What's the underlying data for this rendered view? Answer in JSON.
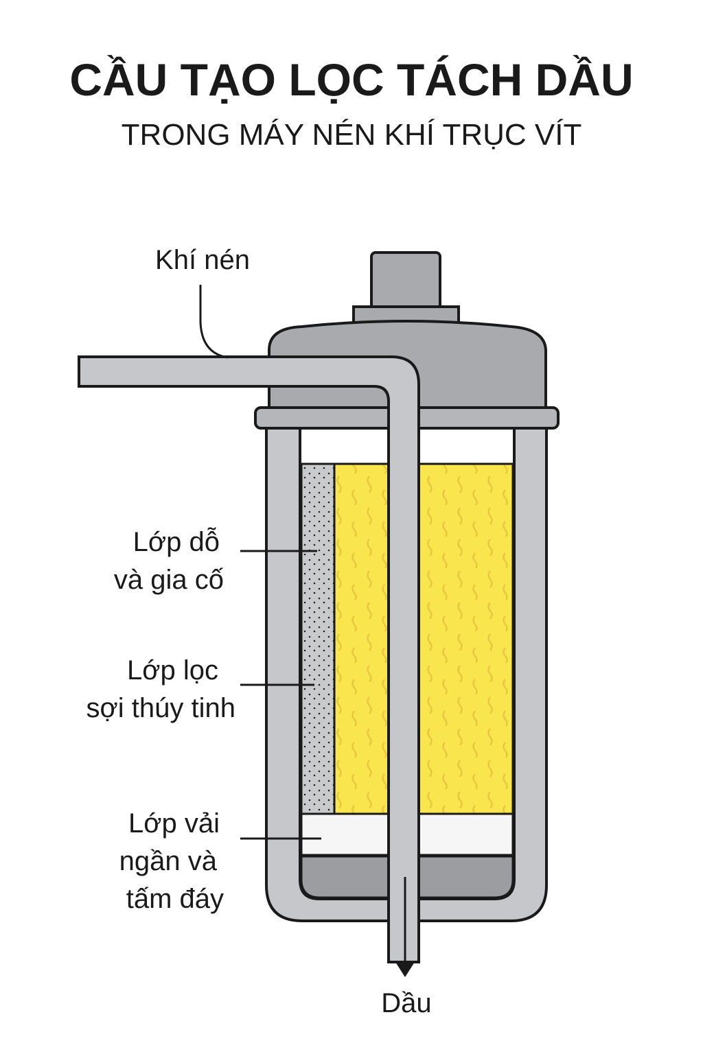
{
  "title": "CẦU TẠO LỌC TÁCH DẦU",
  "subtitle": "TRONG MÁY NÉN KHÍ TRỤC VÍT",
  "labels": {
    "compressed_air": "Khí nén",
    "support_layer": [
      "Lớp dỗ",
      "và gia cố"
    ],
    "fiberglass_layer": [
      "Lớp lọc",
      "sợi thúy tinh"
    ],
    "cloth_layer": [
      "Lớp vải",
      "ngần và",
      "tấm đáy"
    ],
    "oil_out": "Dầu"
  },
  "colors": {
    "shell": "#c6c7cb",
    "cap": "#a9aaae",
    "fiberglass": "#f9e64f",
    "support": "#c9cacc",
    "bottom": "#9c9da1",
    "outline": "#1a1a1a"
  }
}
